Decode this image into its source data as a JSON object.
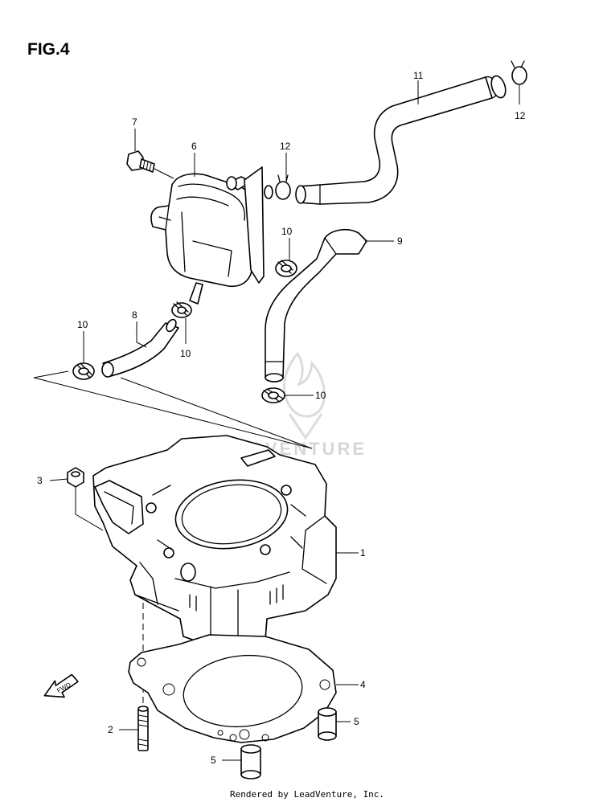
{
  "figure": {
    "title": "FIG.4",
    "footer": "Rendered by LeadVenture, Inc.",
    "watermark": "LEADVENTURE",
    "fwd_label": "FWD"
  },
  "callouts": {
    "c1": "1",
    "c2": "2",
    "c3": "3",
    "c4": "4",
    "c5a": "5",
    "c5b": "5",
    "c6": "6",
    "c7": "7",
    "c8": "8",
    "c9": "9",
    "c10a": "10",
    "c10b": "10",
    "c10c": "10",
    "c10d": "10",
    "c11": "11",
    "c12a": "12",
    "c12b": "12"
  },
  "colors": {
    "ink": "#000000",
    "watermark": "#d6d6d6",
    "background": "#ffffff"
  }
}
